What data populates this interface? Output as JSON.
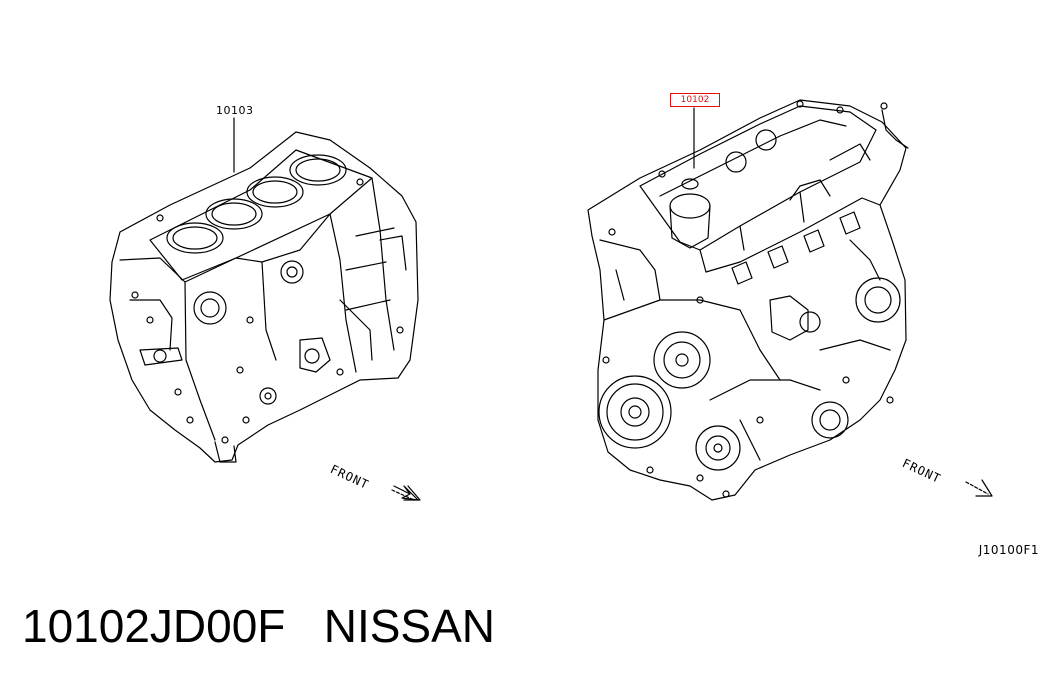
{
  "callouts": {
    "short_block": "10103",
    "long_engine": "10102"
  },
  "front_labels": {
    "left": "FRONT",
    "right": "FRONT"
  },
  "figure_code": "J10100F1",
  "caption": {
    "part_number": "10102JD00F",
    "brand": "NISSAN"
  },
  "colors": {
    "line": "#000000",
    "highlight": "#e01010"
  }
}
